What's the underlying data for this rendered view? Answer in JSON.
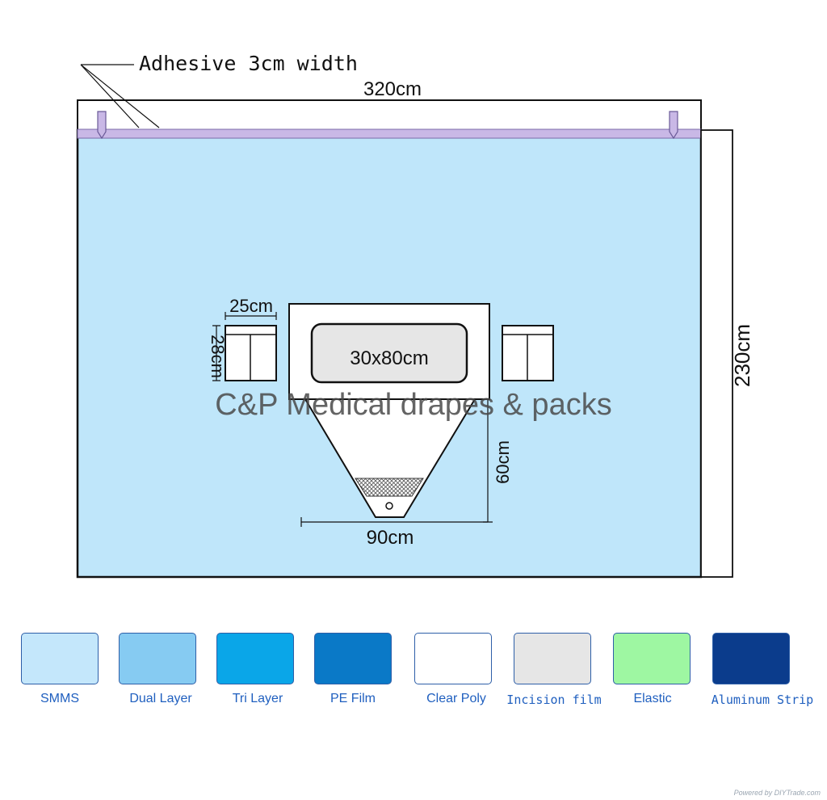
{
  "annotations": {
    "adhesive": "Adhesive 3cm width",
    "width": "320cm",
    "height": "230cm",
    "window_width": "25cm",
    "window_height": "28cm",
    "incision": "30x80cm",
    "pouch_depth": "60cm",
    "pouch_width": "90cm",
    "watermark": "C&P Medical drapes & packs"
  },
  "colors": {
    "drape": "#bfe6fa",
    "adhesive": "#c9b8e6",
    "incision": "#e6e6e6",
    "outline": "#111111"
  },
  "legend": [
    {
      "label": "SMMS",
      "color": "#c4e7fb"
    },
    {
      "label": "Dual Layer",
      "color": "#86cbf2"
    },
    {
      "label": "Tri Layer",
      "color": "#0aa6e8"
    },
    {
      "label": "PE Film",
      "color": "#0a79c7"
    },
    {
      "label": "Clear Poly",
      "color": "#ffffff"
    },
    {
      "label": "Incision film",
      "color": "#e6e6e6"
    },
    {
      "label": "Elastic",
      "color": "#9ef7a2"
    },
    {
      "label": "Aluminum Strip",
      "color": "#0b3c8c"
    }
  ],
  "footer": "Powered by DIYTrade.com"
}
